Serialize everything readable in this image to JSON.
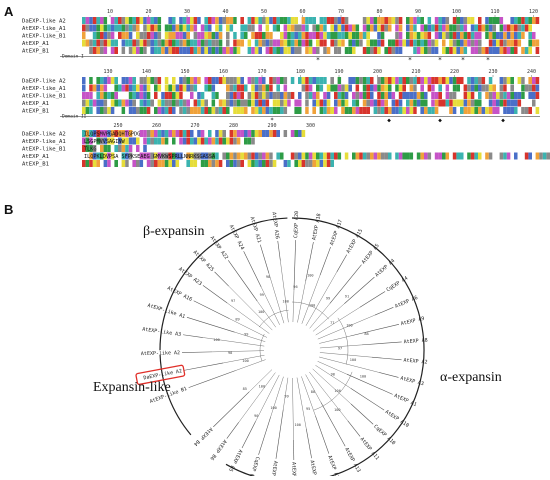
{
  "panel_a": {
    "letter": "A",
    "sequences": [
      "DaEXP-like A2",
      "AtEXP-like_A1",
      "AtEXP-like_B1",
      "AtEXP_A1",
      "AtEXP_B1"
    ],
    "block1_ticks": [
      "10",
      "20",
      "30",
      "40",
      "50",
      "60",
      "70",
      "80",
      "90",
      "100",
      "110",
      "120"
    ],
    "block2_ticks": [
      "130",
      "140",
      "150",
      "160",
      "170",
      "180",
      "190",
      "200",
      "210",
      "220",
      "230",
      "240"
    ],
    "block3_ticks": [
      "250",
      "260",
      "270",
      "280",
      "290",
      "300"
    ],
    "domain1_label": "Domain I",
    "domain2_label": "Domain II",
    "block3_tail_rows": [
      "ILQPSMVPGADQHTGPDG",
      "LSGPMVVSAGINW",
      "TLKG",
      "ILQPKLDVPSA SFPKSEAEG GMVKWSPRLLNNRKSGASSA",
      ""
    ]
  },
  "panel_b": {
    "letter": "B",
    "clades": {
      "beta": "β-expansin",
      "expansin_like": "Expansin-like",
      "alpha": "α-expansin"
    },
    "highlighted_leaf": "DaEXP-like A2",
    "leaves": [
      "AtEXP-like B1",
      "DaEXP-like A2",
      "AtEXP-like A2",
      "AtEXP-like A3",
      "AtEXP-like A1",
      "AtEXP A16",
      "AtEXP A23",
      "AtEXP A25",
      "AtEXP A22",
      "AtEXP A24",
      "AtEXP A21",
      "AtEXP A26",
      "CqEXP A20",
      "AtEXP A18",
      "AtEXP A17",
      "AtEXP A15",
      "AtEXP A5",
      "AtEXP A4",
      "CqEXP A4",
      "AtEXP A6",
      "AtEXP A9",
      "AtEXP A8",
      "AtEXP A2",
      "AtEXP A3",
      "AtEXP A1",
      "AtEXP A10",
      "CqEXP A10",
      "AtEXP A11",
      "AtEXP A13",
      "AtEXP A14",
      "AtEXP B1",
      "AtEXP B2",
      "AtEXP B3",
      "CqEXP B3",
      "AtEXP B5",
      "AtEXP B6",
      "AtEXP B4"
    ],
    "bootstrap_labels": [
      "100",
      "98",
      "100",
      "99",
      "89",
      "97",
      "100",
      "99",
      "98",
      "100",
      "96",
      "100",
      "100",
      "99",
      "91",
      "77",
      "100",
      "88",
      "97",
      "100",
      "100",
      "98",
      "100",
      "100",
      "80",
      "95",
      "100",
      "99",
      "100",
      "90",
      "100",
      "85"
    ]
  },
  "colors": {
    "highlight_box": "#e0302a",
    "green": "#2e9c46",
    "blue": "#4a6fc8",
    "red": "#d8342c",
    "orange": "#f0a23a",
    "teal": "#3bb3b0",
    "magenta": "#c653c7",
    "yellow": "#e6dd3a",
    "gray": "#8a8a8a"
  }
}
